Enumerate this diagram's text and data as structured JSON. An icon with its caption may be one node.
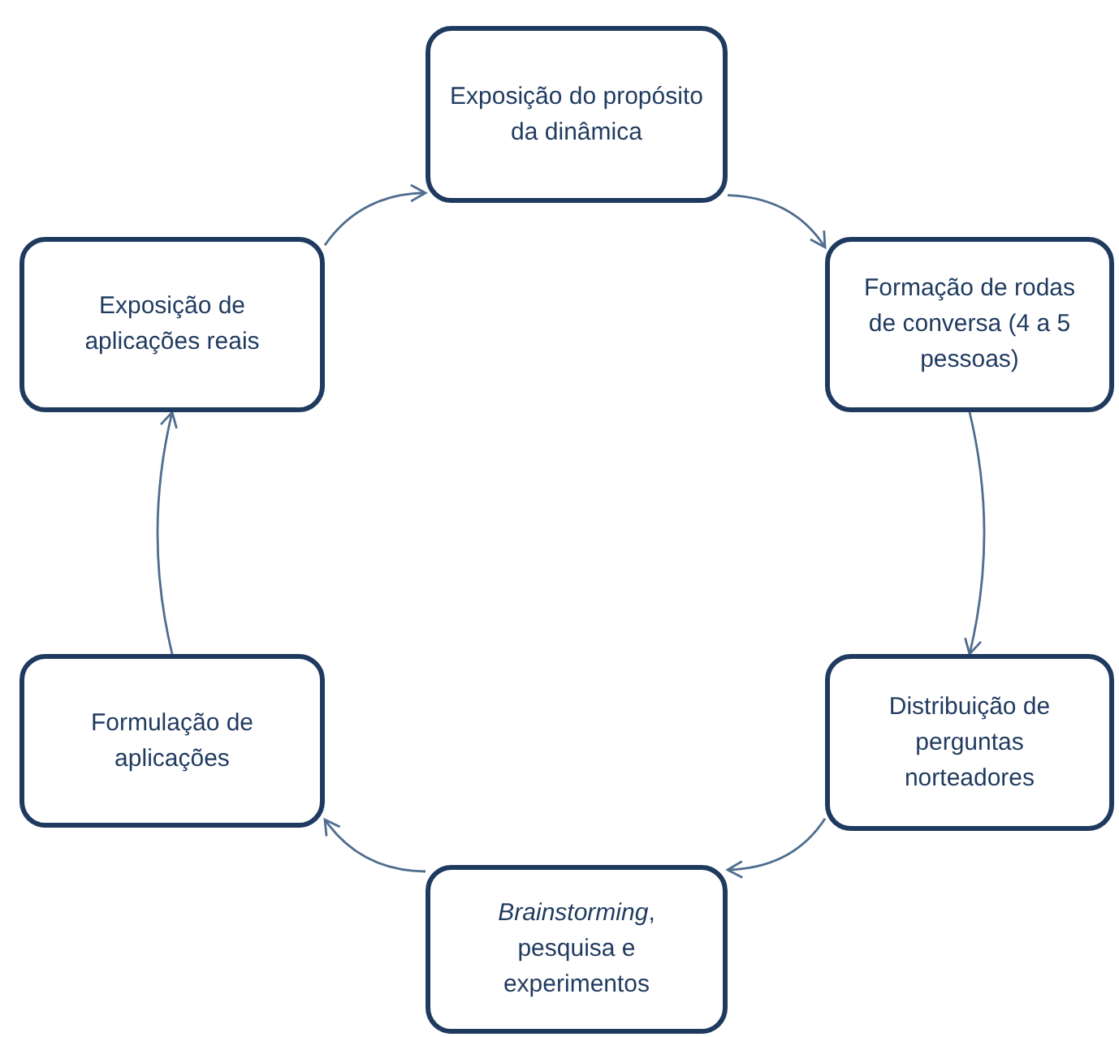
{
  "diagram": {
    "nodes": [
      {
        "text": [
          "Exposição do propósito da dinâmica"
        ]
      },
      {
        "text": [
          "Formação de rodas de conversa (4 a 5 pessoas)"
        ]
      },
      {
        "text": [
          "Distribuição de perguntas norteadores"
        ]
      },
      {
        "text": [
          "*Brainstorming*, pesquisa e experimentos"
        ]
      },
      {
        "text": [
          "Formulação de aplicações"
        ]
      },
      {
        "text": [
          "Exposição de aplicações reais"
        ]
      }
    ],
    "edges": [
      {
        "from": 0,
        "to": 1,
        "arrow": "to"
      },
      {
        "from": 1,
        "to": 2,
        "arrow": "to"
      },
      {
        "from": 2,
        "to": 3,
        "arrow": "to"
      },
      {
        "from": 3,
        "to": 4,
        "arrow": "to"
      },
      {
        "from": 4,
        "to": 5,
        "arrow": "to"
      },
      {
        "from": 5,
        "to": 0,
        "arrow": "to"
      }
    ]
  }
}
